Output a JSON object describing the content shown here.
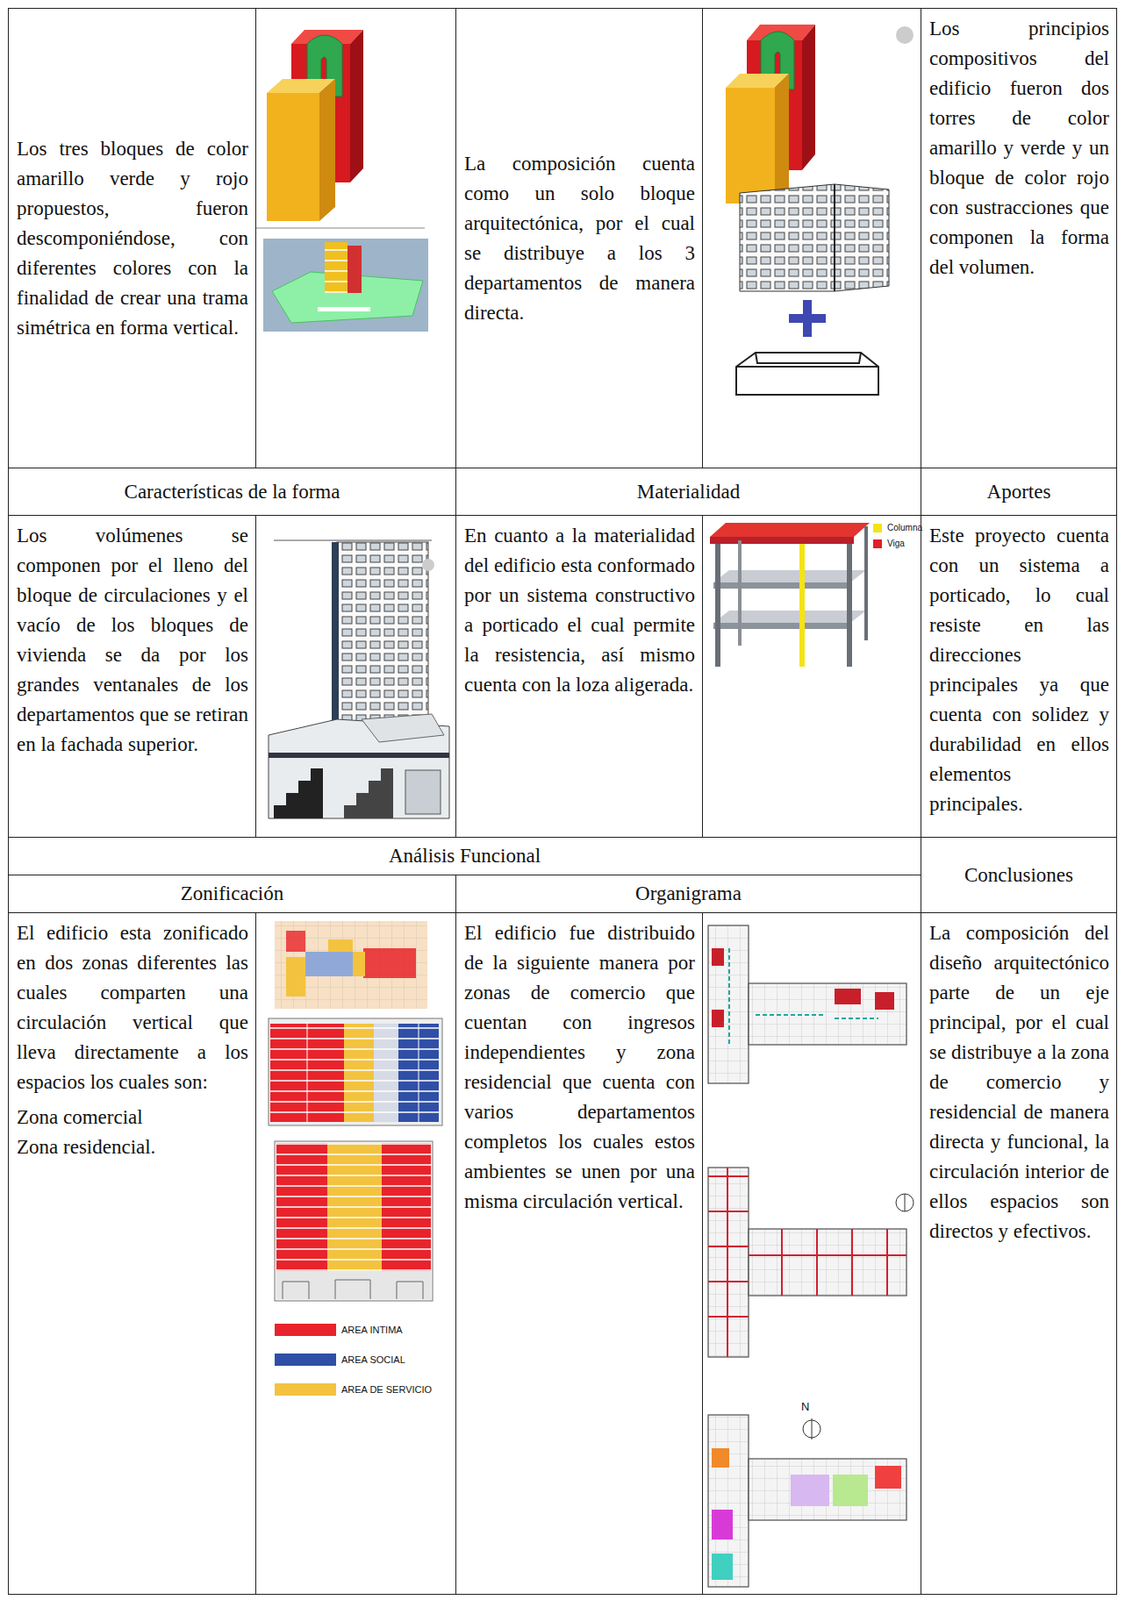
{
  "diagram": {
    "labels": [
      "Los tres bloques de color amarillo verde y rojo propuestos, fueron descomponiéndose, con diferentes colores con la finalidad de crear una trama simétrica en forma vertical.",
      "La composición cuenta como un solo bloque arquitectónica, por el cual se distribuye a los 3 departamentos de manera directa.",
      "Los principios compositivos del edificio fueron dos torres de color amarillo y verde y un bloque de color rojo con sustracciones que componen la forma del volumen.",
      "Características de la forma",
      "Materialidad",
      "Aportes",
      "Los volúmenes se componen por el lleno del bloque de circulaciones y el vacío de los bloques de vivienda se da por los grandes ventanales de los departamentos que se retiran en la fachada superior.",
      "En cuanto a la materialidad del edificio esta conformado por un sistema constructivo a porticado el cual permite la resistencia, así mismo cuenta con la loza aligerada.",
      "Este proyecto cuenta con un sistema a porticado, lo cual resiste en las direcciones principales ya que cuenta con solidez y durabilidad en ellos elementos principales.",
      "Análisis Funcional",
      "Conclusiones",
      "Zonificación",
      "Organigrama",
      "El edificio esta zonificado en dos zonas diferentes las cuales comparten una circulación vertical que lleva directamente a los espacios los cuales son:",
      "Zona comercial",
      "Zona residencial.",
      "El edificio fue distribuido de la siguiente manera por zonas de comercio que cuentan con ingresos independientes y zona residencial que cuenta con varios departamentos completos los cuales estos ambientes se unen por una misma circulación vertical.",
      "N",
      "La composición del diseño arquitectónico parte de un eje principal, por el cual se distribuye a la zona de comercio y residencial de manera directa y funcional, la circulación interior de ellos espacios son directos y efectivos."
    ],
    "legend": [
      {
        "text": "AREA INTIMA",
        "color": "#e8232b"
      },
      {
        "text": "AREA SOCIAL",
        "color": "#2f4fa6"
      },
      {
        "text": "AREA DE SERVICIO",
        "color": "#f3c33f"
      },
      {
        "text": "Columna",
        "color": "#f4e318"
      },
      {
        "text": "Viga",
        "color": "#df2027"
      }
    ]
  }
}
